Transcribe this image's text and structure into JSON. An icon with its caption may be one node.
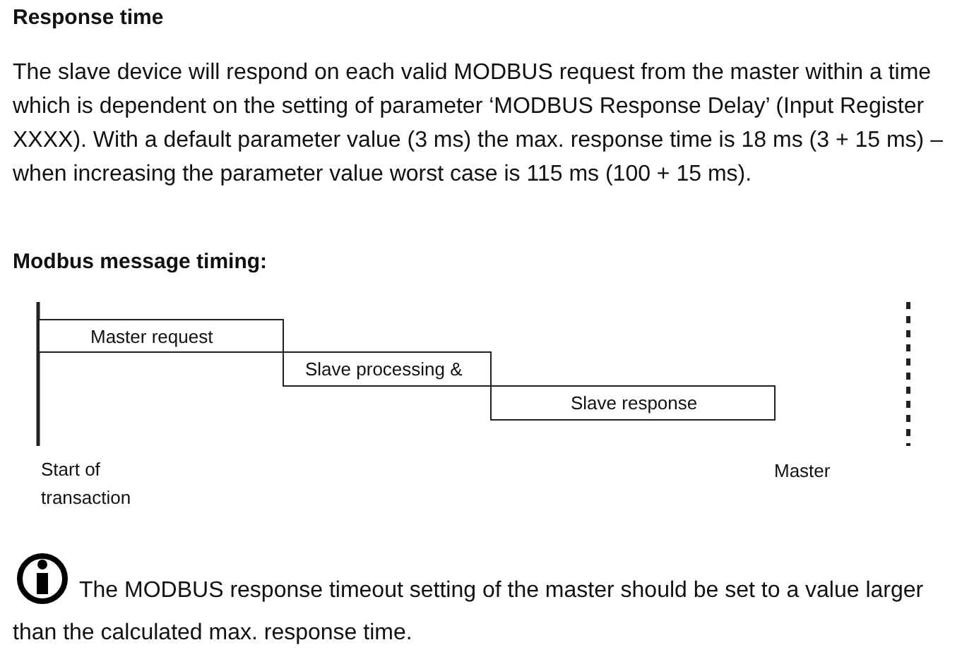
{
  "diagram": {
    "title": "Response time",
    "nodes": [
      {
        "text": [
          "Master request"
        ]
      },
      {
        "text": [
          "Slave processing &"
        ]
      },
      {
        "text": [
          "Slave response"
        ]
      }
    ],
    "labels": [
      "The slave device will respond on each valid MODBUS request from the master within a time which is dependent on the setting of parameter ‘MODBUS Response Delay’ (Input Register XXXX). With a default parameter value (3 ms) the max. response time is 18 ms (3 + 15 ms) – when increasing the parameter value worst case is 115 ms (100 + 15 ms).",
      "Modbus message timing:",
      "Start of transaction",
      "Master",
      "The MODBUS response timeout setting of the master should be set to a value larger than the calculated max. response time."
    ]
  }
}
